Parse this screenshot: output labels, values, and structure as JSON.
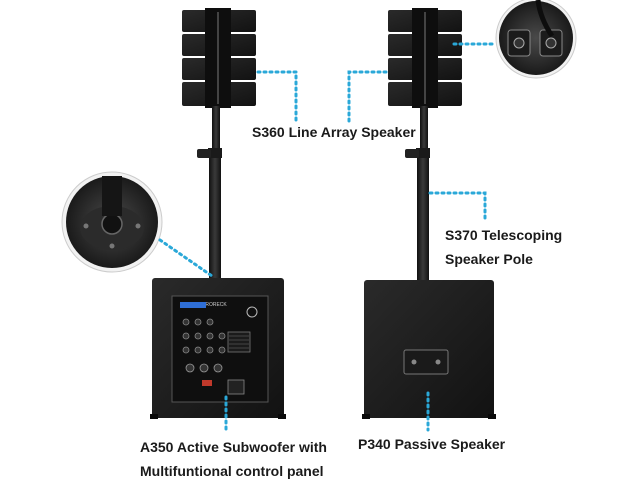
{
  "labels": {
    "line_array": "S360 Line Array Speaker",
    "pole_line1": "S370 Telescoping",
    "pole_line2": "Speaker Pole",
    "sub_line1": "A350 Active Subwoofer with",
    "sub_line2": "Multifuntional control panel",
    "passive": "P340 Passive Speaker"
  },
  "colors": {
    "callout_dots": "#2aa8d8",
    "speaker_body": "#1c1c1c",
    "background": "#ffffff"
  },
  "panel_brand": "PRORECK"
}
